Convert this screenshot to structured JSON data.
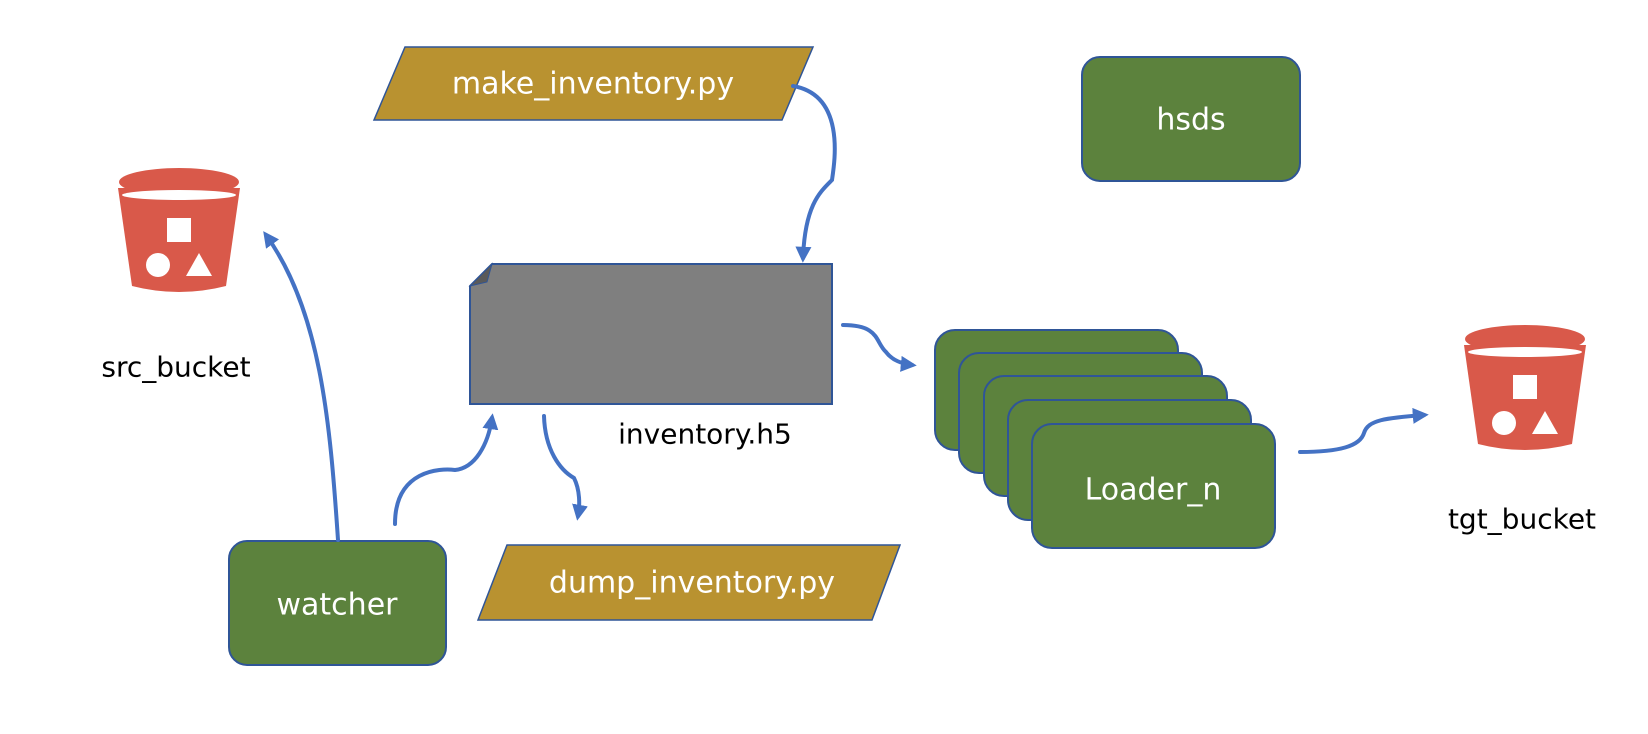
{
  "colors": {
    "process_fill": "#5c823d",
    "process_stroke": "#2f5597",
    "script_fill": "#b99230",
    "script_stroke": "#2f5597",
    "file_fill": "#7f7f7f",
    "file_stroke": "#2f5597",
    "bucket_fill": "#d9594a",
    "arrow": "#4472c4",
    "label_light": "#ffffff",
    "label_dark": "#000000"
  },
  "scripts": {
    "make_inventory": "make_inventory.py",
    "dump_inventory": "dump_inventory.py"
  },
  "processes": {
    "hsds": "hsds",
    "watcher": "watcher",
    "loader": "Loader_n"
  },
  "files": {
    "inventory": "inventory.h5"
  },
  "buckets": {
    "src": {
      "label": "src_bucket",
      "icon": "s3-bucket-icon"
    },
    "tgt": {
      "label": "tgt_bucket",
      "icon": "s3-bucket-icon"
    }
  }
}
